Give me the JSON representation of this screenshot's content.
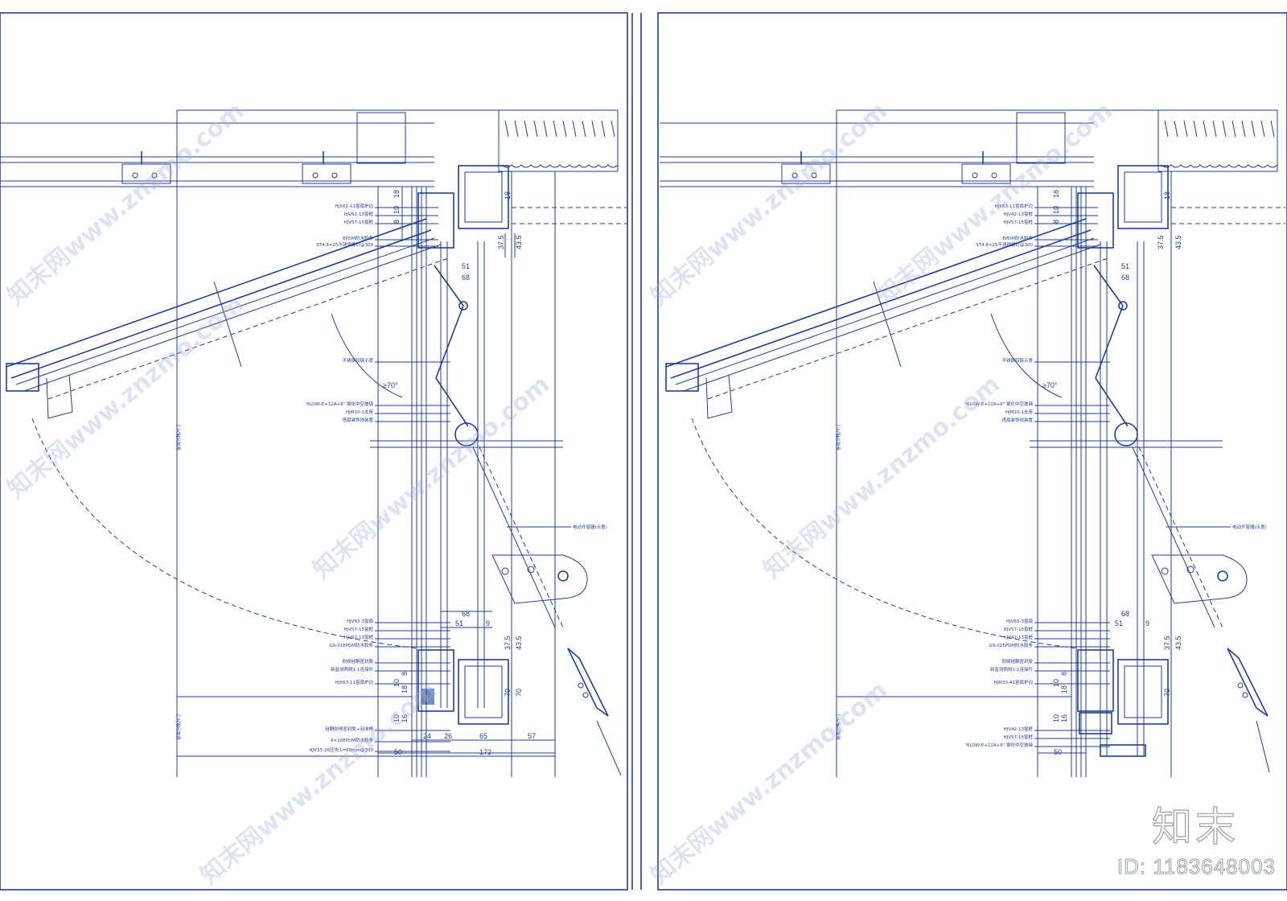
{
  "sheets": [
    {
      "notes": [
        "HJX62-11窗扇护边",
        "HJV62-13窗框",
        "HJV57-15窗框",
        "EPDM防水胶条",
        "ST4.8×25不锈钢螺钉@300",
        "不锈钢铰链示意",
        "\"6LOW-E+12A+6\" 钢化中空玻璃",
        "HJM10-1支座",
        "塔扇装饰线装置",
        "电动开窗器(示意)",
        "HJV65-3窗扇",
        "HJV57-15窗框",
        "HJV62-13窗框",
        "GS-01EPDM防水胶条",
        "耐候硅酮密封胶",
        "新监测两侧1-1连接件",
        "HJX63-11窗扇护边",
        "硅酮耐候密封胶+泡沫棒",
        "8×16EPDM防水胶条",
        "HJV33-26压块,L=60mm@300"
      ],
      "dims": [
        "18",
        "10",
        "8",
        "18",
        "37.5",
        "43.5",
        "51",
        "68",
        "68",
        "51",
        "9",
        "37.5",
        "43.5",
        "70",
        "70",
        "10",
        "16",
        "18",
        "10",
        "8",
        "24",
        "26",
        "65",
        "57",
        "50",
        "172"
      ],
      "vertical_labels": [
        "窗扇分格尺寸",
        "窗扇分格尺寸"
      ]
    },
    {
      "notes": [
        "HJX63-11窗扇护边",
        "HJV42-13窗框",
        "HJV57-15窗框",
        "EPDM防水胶条",
        "ST4.8×25不锈钢螺钉@300",
        "不锈钢铰链示意",
        "\"6LOW-E+12A+6\" 钢化中空玻璃",
        "HJM10-1支座",
        "塔扇装饰线装置",
        "电动开窗器(示意)",
        "HJV65-3窗扇",
        "HJV57-15窗框",
        "HJV42-13窗框",
        "GS-01EPDM防水胶条",
        "耐候硅酮密封胶",
        "新监测两侧1-1连接件",
        "HJM33-41窗扇护边",
        "HJV42-13窗框",
        "HJV57-15窗框",
        "\"6LOW-E+12A+6\" 钢化中空玻璃"
      ],
      "dims": [
        "18",
        "10",
        "8",
        "18",
        "37.5",
        "43.5",
        "51",
        "68",
        "68",
        "51",
        "9",
        "37.5",
        "43.5",
        "70",
        "10",
        "16",
        "18",
        "10",
        "8",
        "50"
      ],
      "vertical_labels": [
        "窗扇分格尺寸",
        "窗扇分格尺寸"
      ]
    }
  ],
  "angle_label": "≥70°",
  "watermarks": [
    "知末网www.znzmo.com"
  ],
  "brand": "知末",
  "asset_id": "ID: 1183648003"
}
